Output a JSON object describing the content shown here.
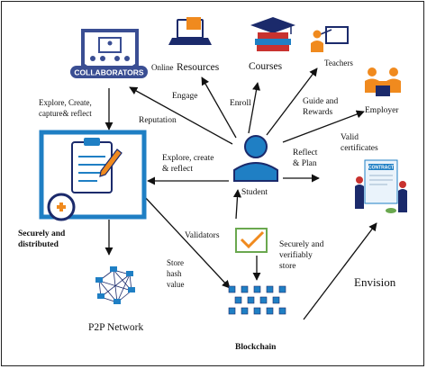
{
  "nodes": {
    "collaborators": {
      "badge": "COLLABORATORS"
    },
    "secure_storage": {
      "label_line1": "Securely and",
      "label_line2": "distributed"
    },
    "online_resources": {
      "prefix": "Online",
      "label": "Resources"
    },
    "courses": {
      "label": "Courses"
    },
    "teachers": {
      "label": "Teachers"
    },
    "employer": {
      "label": "Employer"
    },
    "student": {
      "label": "Student"
    },
    "certificates": {
      "badge": "CONTRACT"
    },
    "p2p_network": {
      "label": "P2P Network"
    },
    "blockchain": {
      "label": "Blockchain"
    }
  },
  "edges": {
    "collab_to_storage": {
      "line1": "Explore, Create,",
      "line2": "capture& reflect"
    },
    "student_to_collab": {
      "label": "Reputation"
    },
    "student_to_online": {
      "label": "Engage"
    },
    "student_to_courses": {
      "label": "Enroll"
    },
    "student_to_teachers": {
      "line1": "Guide and",
      "line2": "Rewards"
    },
    "student_to_employer": {
      "line1": "Valid",
      "line2": "certificates"
    },
    "student_to_right": {
      "line1": "Reflect",
      "line2": "& Plan"
    },
    "student_to_storage": {
      "line1": "Explore, create",
      "line2": "& reflect"
    },
    "validators": {
      "label": "Validators"
    },
    "securely_verifiably": {
      "line1": "Securely and",
      "line2": "verifiably",
      "line3": "store"
    },
    "store_hash": {
      "line1": "Store",
      "line2": "hash",
      "line3": "value"
    },
    "envision": {
      "label": "Envision"
    }
  },
  "colors": {
    "primary_blue": "#1f7fc4",
    "navy": "#1b2a6b",
    "collab_purple": "#3a4e93",
    "orange": "#f08a1e",
    "green": "#6aa84f",
    "accent_red": "#c8322f"
  }
}
